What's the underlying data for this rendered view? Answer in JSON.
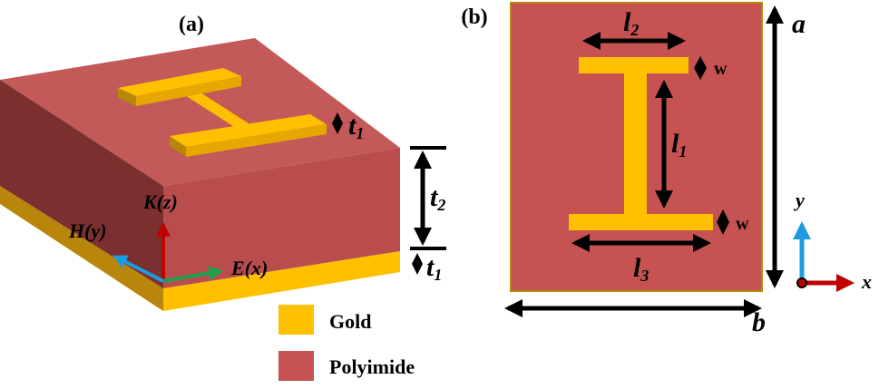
{
  "panels": {
    "a": {
      "label": "(a)"
    },
    "b": {
      "label": "(b)"
    }
  },
  "dimensions_a": {
    "t1_top": {
      "base": "t",
      "sub": "1"
    },
    "t2": {
      "base": "t",
      "sub": "2"
    },
    "t1_bottom": {
      "base": "t",
      "sub": "1"
    }
  },
  "axes_a": {
    "k": "K(z)",
    "h": "H(y)",
    "e": "E(x)"
  },
  "dimensions_b": {
    "l2": {
      "base": "l",
      "sub": "2"
    },
    "l1": {
      "base": "l",
      "sub": "1"
    },
    "l3": {
      "base": "l",
      "sub": "3"
    },
    "w_top": "w",
    "w_bottom": "w",
    "a": "a",
    "b": "b"
  },
  "axes_b": {
    "y": "y",
    "x": "x"
  },
  "legend": {
    "items": [
      {
        "label": "Gold",
        "color": "#FFC000"
      },
      {
        "label": "Polyimide",
        "color": "#C65252"
      }
    ]
  },
  "colors": {
    "gold": "#FFC000",
    "gold_dark": "#B8860B",
    "polyimide": "#C65252",
    "polyimide_top": "#C35959",
    "polyimide_side_dark": "#7C2F2F",
    "k_axis": "#C00000",
    "h_axis": "#1E9BE0",
    "e_axis": "#1FA050"
  }
}
